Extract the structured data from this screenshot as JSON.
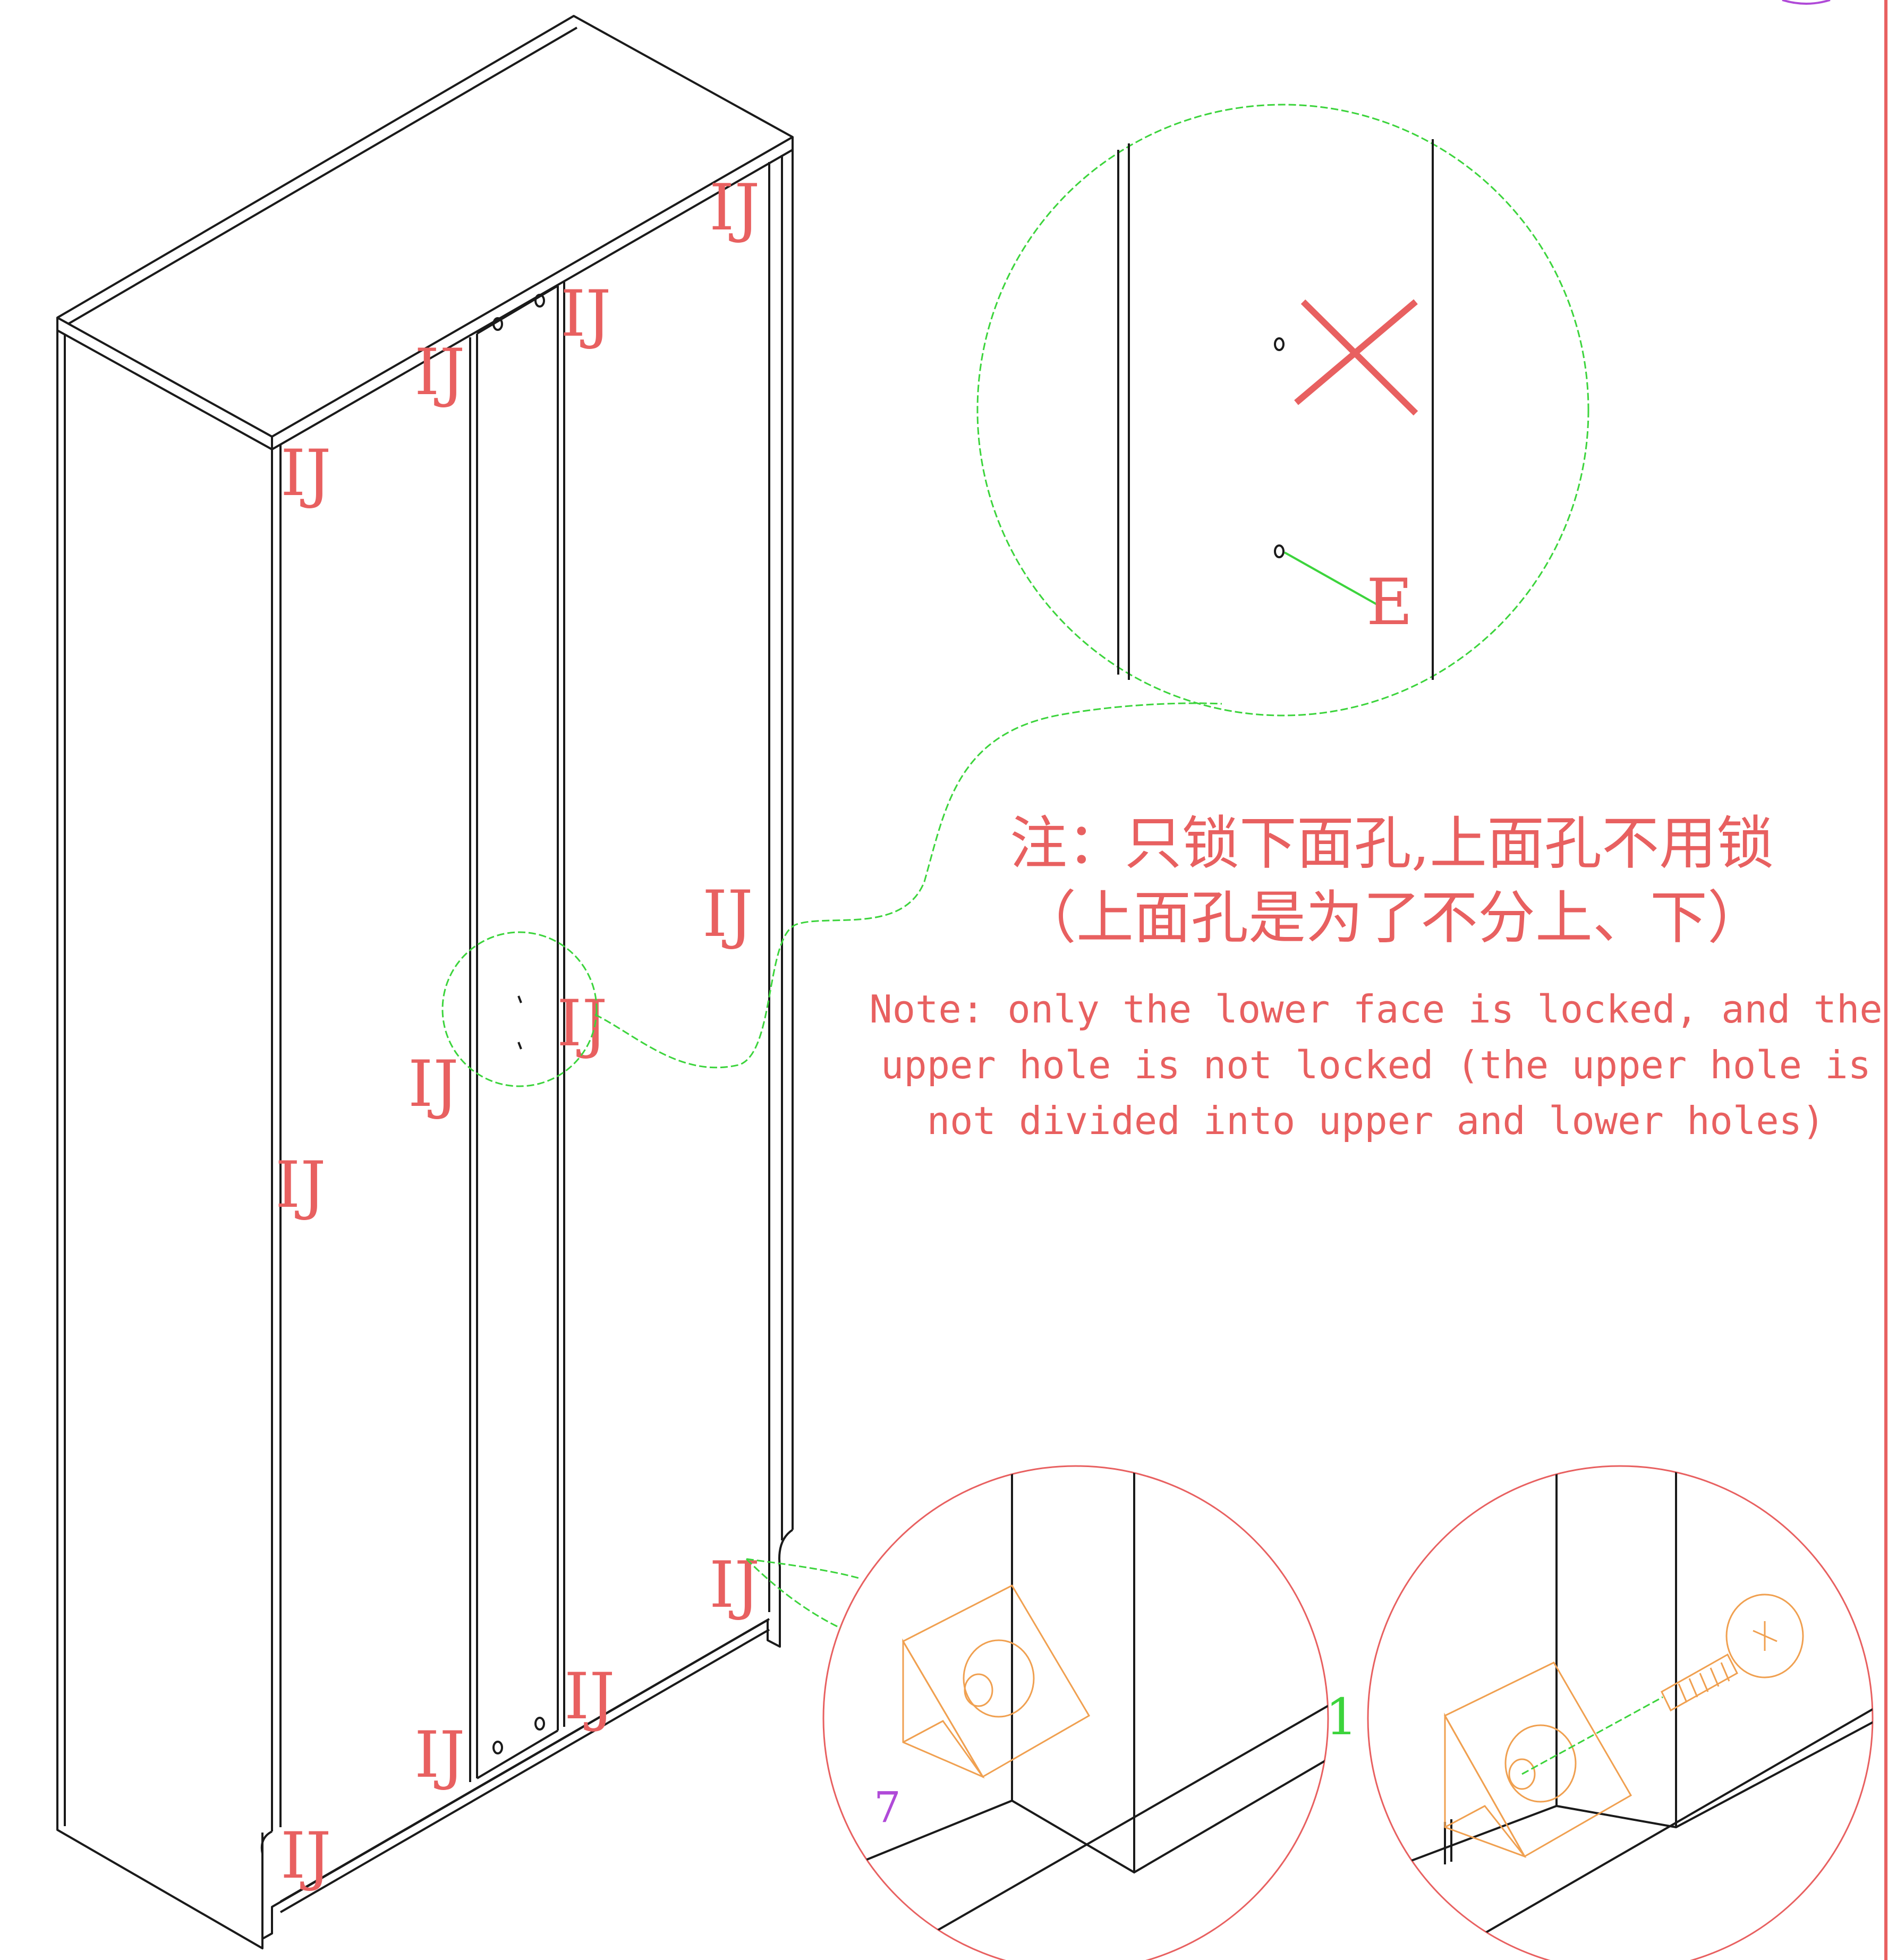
{
  "colors": {
    "line": "#1a1a1a",
    "label": "#e86060",
    "callout": "#3cd43c",
    "fitting": "#f0a050",
    "accent": "#b04ad8"
  },
  "part_labels": [
    "IJ",
    "IJ",
    "IJ",
    "IJ",
    "IJ",
    "IJ",
    "IJ",
    "IJ",
    "IJ",
    "IJ",
    "IJ",
    "IJ"
  ],
  "detail_top": {
    "hole_label": "E",
    "crossed_hole_mark": "x-mark"
  },
  "note": {
    "zh_line1": "注：只锁下面孔,上面孔不用锁",
    "zh_line2": "（上面孔是为了不分上、下）",
    "en_line1": "Note: only the lower face is locked, and the",
    "en_line2": "upper hole is not locked (the upper hole is",
    "en_line3": "not divided into upper and lower holes)"
  },
  "detail_bottom": {
    "step_mark_left": "7",
    "step_mark_right": "1"
  }
}
